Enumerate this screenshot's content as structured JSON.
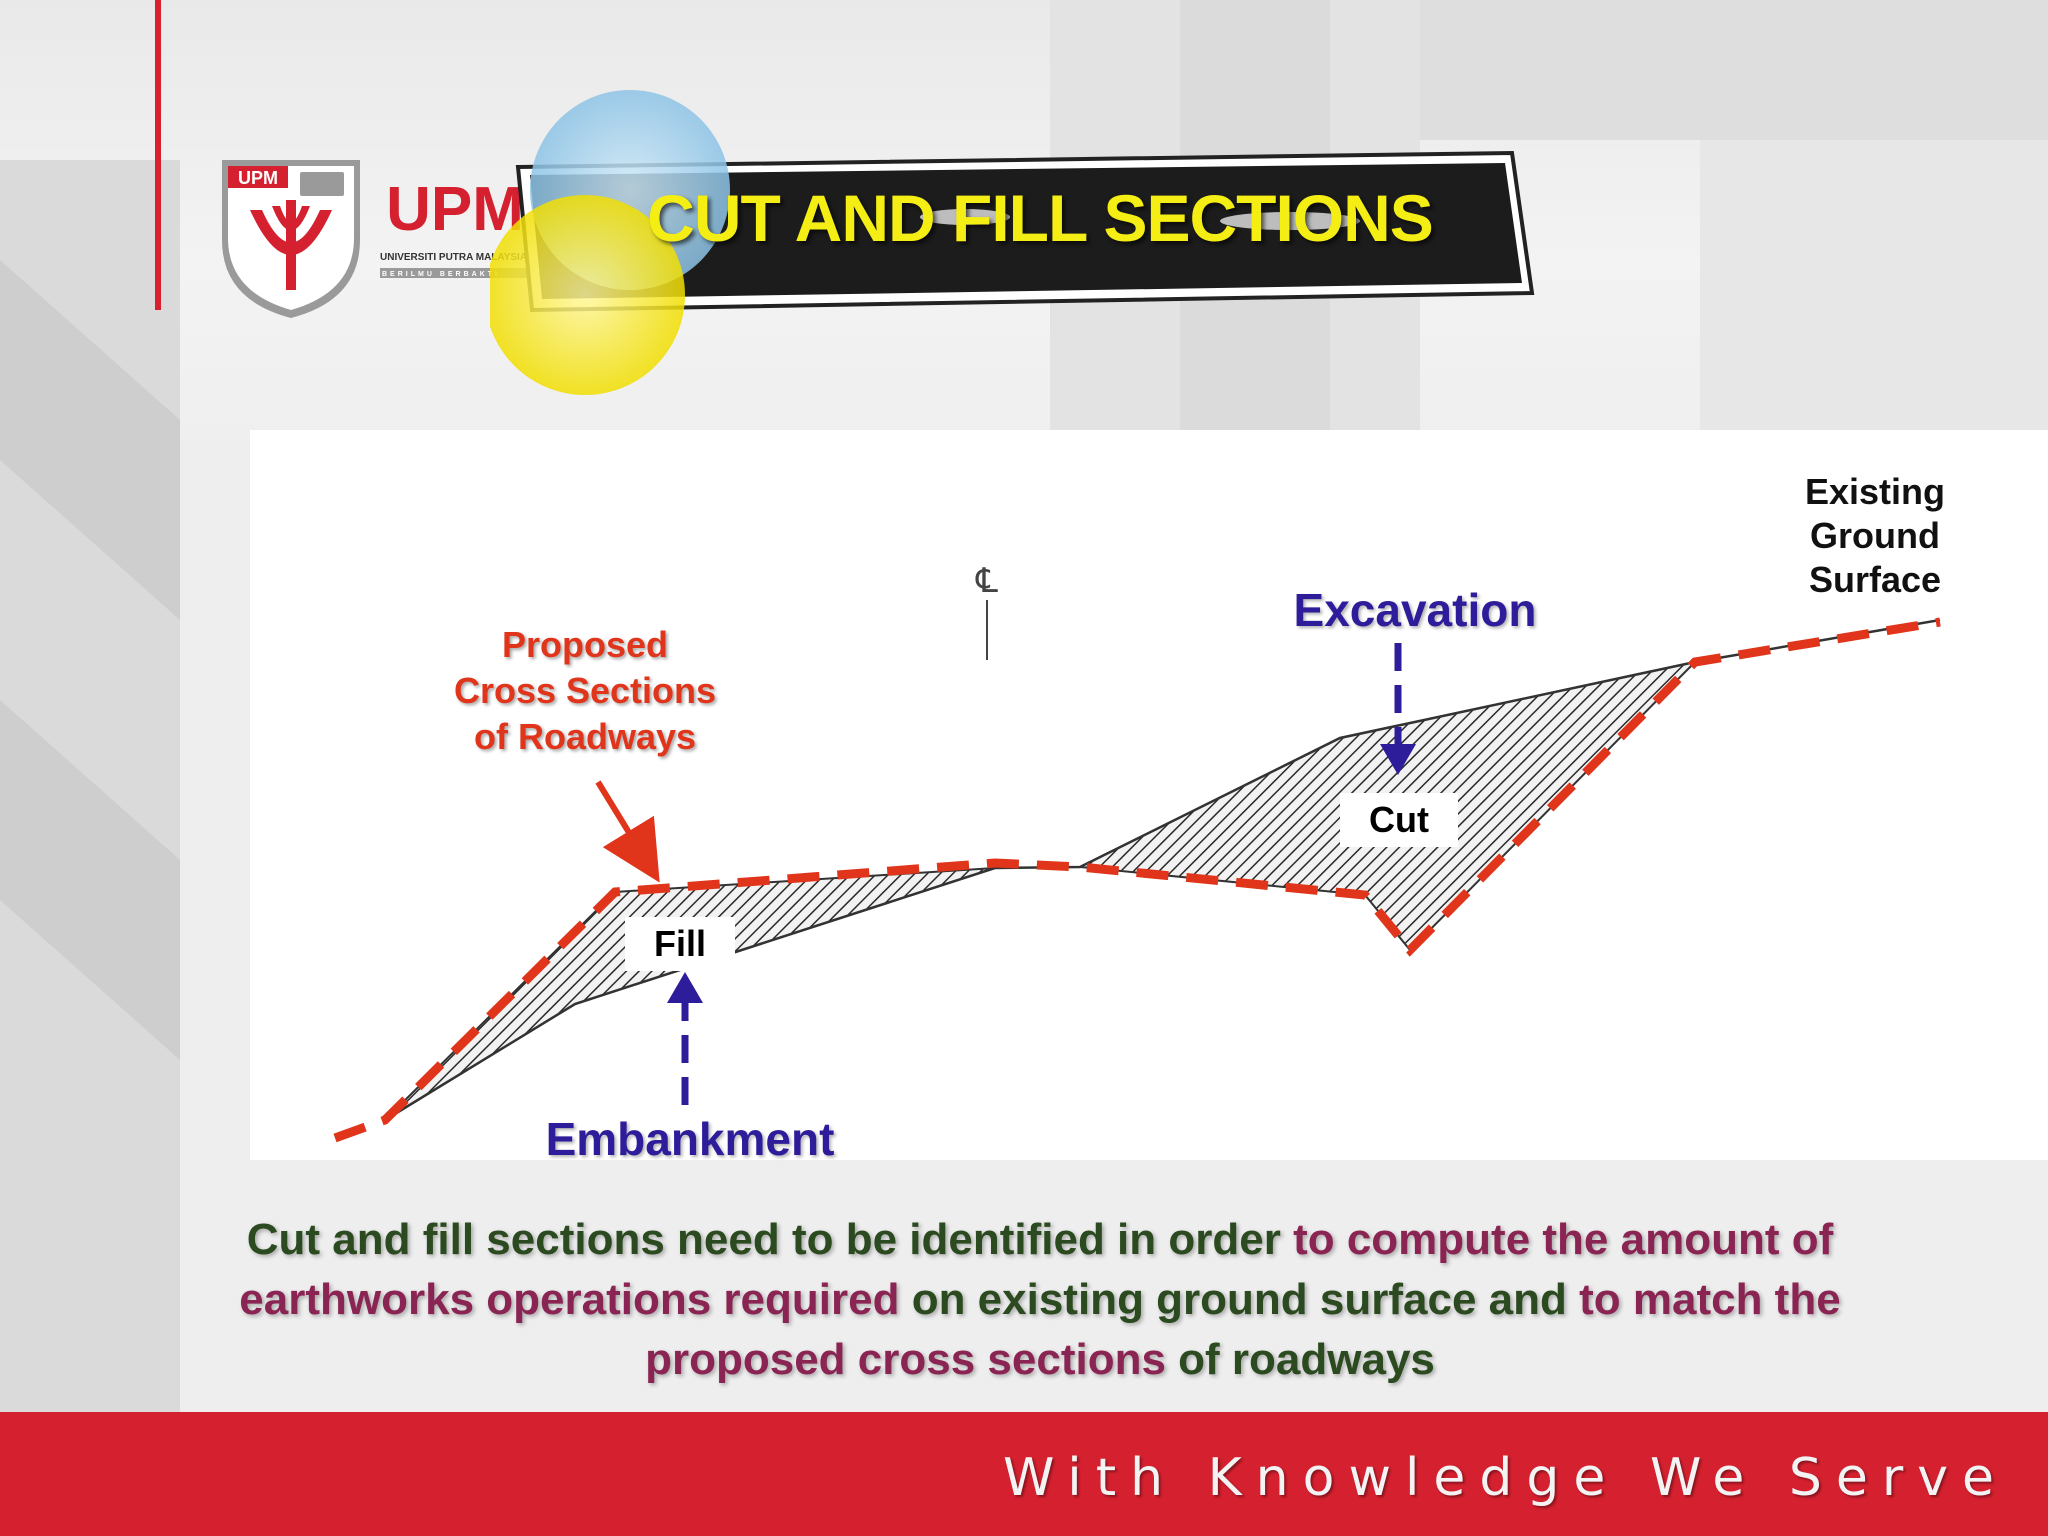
{
  "slide": {
    "title": "CUT AND FILL SECTIONS",
    "logo": {
      "badge_text": "UPM",
      "wordmark": "UPM",
      "institution": "UNIVERSITI PUTRA MALAYSIA",
      "motto_small": "BERILMU BERBAKTI"
    },
    "footer_motto": "With Knowledge We Serve"
  },
  "diagram": {
    "labels": {
      "proposed": [
        "Proposed",
        "Cross Sections",
        "of Roadways"
      ],
      "existing": [
        "Existing",
        "Ground",
        "Surface"
      ],
      "excavation": "Excavation",
      "embankment": "Embankment",
      "fill": "Fill",
      "cut": "Cut"
    },
    "centerline_symbol": "℄"
  },
  "caption": {
    "segments": [
      {
        "text": "Cut and fill sections need to be identified in order ",
        "color": "green"
      },
      {
        "text": "to compute the amount of earthworks operations required",
        "color": "maroon"
      },
      {
        "text": " on existing ground surface and ",
        "color": "green"
      },
      {
        "text": "to match the proposed cross sections",
        "color": "maroon"
      },
      {
        "text": " of roadways",
        "color": "green"
      }
    ]
  },
  "colors": {
    "brand_red": "#d4202f",
    "title_yellow": "#f5ee14",
    "proposed_red": "#e0351b",
    "label_blue": "#2d1d9b",
    "caption_green": "#2b4a1f",
    "caption_maroon": "#8a2453"
  }
}
